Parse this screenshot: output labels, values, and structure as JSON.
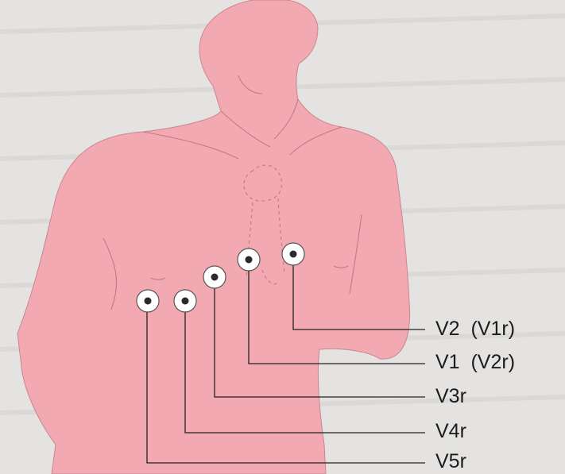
{
  "diagram": {
    "colors": {
      "background": "#e4e3e1",
      "body_fill": "#f2a9b2",
      "outline": "#8a4650",
      "electrode_ring": "#ffffff",
      "electrode_center": "#2a2a2a",
      "leader_line": "#222222"
    },
    "leads": [
      {
        "id": "v2",
        "label": "V2  (V1r)"
      },
      {
        "id": "v1",
        "label": "V1  (V2r)"
      },
      {
        "id": "v3r",
        "label": "V3r"
      },
      {
        "id": "v4r",
        "label": "V4r"
      },
      {
        "id": "v5r",
        "label": "V5r"
      }
    ]
  }
}
